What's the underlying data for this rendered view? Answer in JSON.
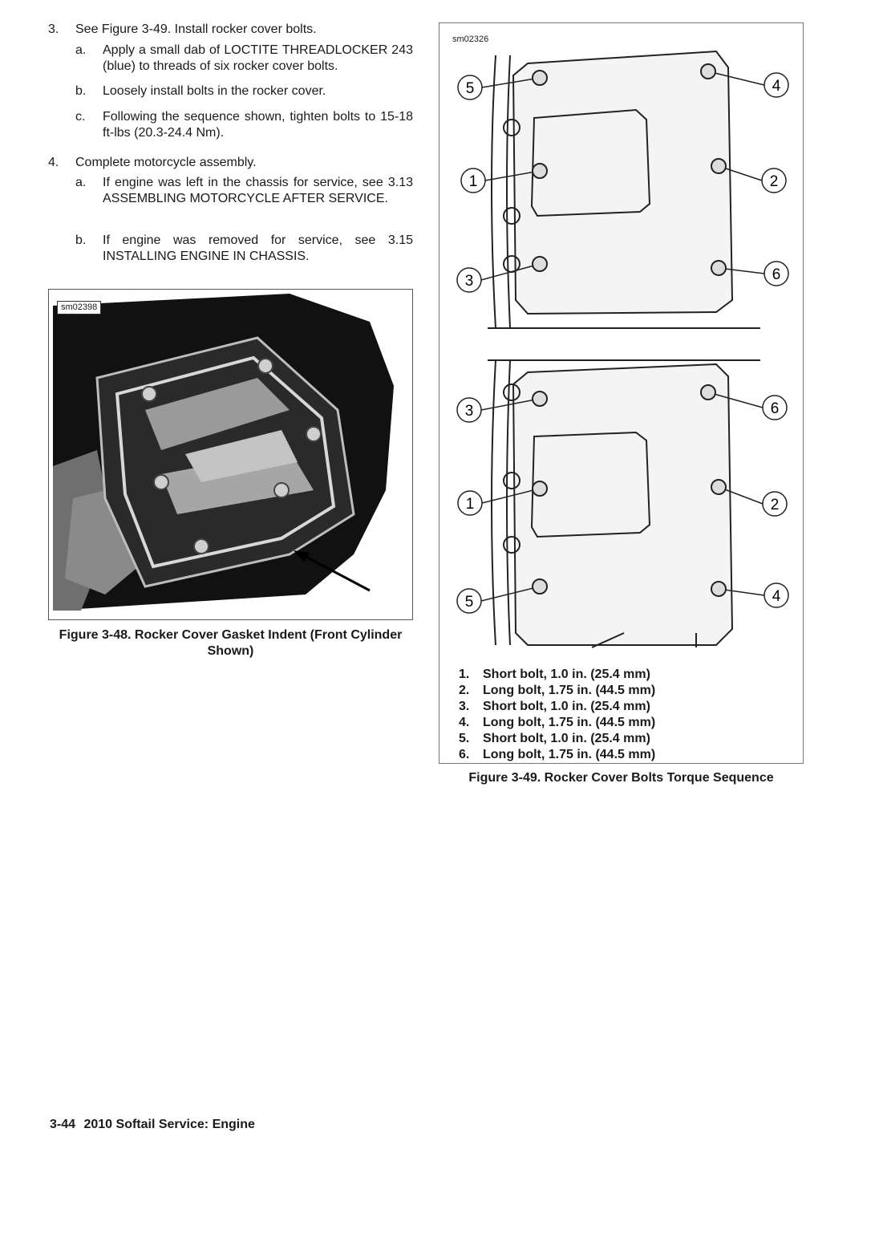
{
  "steps": [
    {
      "num": "3.",
      "text": "See Figure 3-49. Install rocker cover bolts.",
      "subs": [
        {
          "letter": "a.",
          "text": "Apply a small dab of LOCTITE THREADLOCKER 243 (blue) to threads of six rocker cover bolts."
        },
        {
          "letter": "b.",
          "text": "Loosely install bolts in the rocker cover."
        },
        {
          "letter": "c.",
          "text": "Following the sequence shown, tighten bolts to 15-18 ft-lbs (20.3-24.4 Nm)."
        }
      ]
    },
    {
      "num": "4.",
      "text": "Complete motorcycle assembly.",
      "subs": [
        {
          "letter": "a.",
          "text": "If engine was left in the chassis for service, see 3.13 ASSEMBLING MOTORCYCLE AFTER SERVICE."
        },
        {
          "letter": "b.",
          "text": "If engine was removed for service, see 3.15 INSTALLING ENGINE IN CHASSIS."
        }
      ]
    }
  ],
  "figure48": {
    "id": "sm02398",
    "caption": "Figure 3-48. Rocker Cover Gasket Indent (Front Cylinder Shown)"
  },
  "figure49": {
    "id": "sm02326",
    "caption": "Figure 3-49. Rocker Cover Bolts Torque Sequence",
    "top_callouts": [
      "5",
      "4",
      "1",
      "2",
      "3",
      "6"
    ],
    "bottom_callouts": [
      "3",
      "6",
      "1",
      "2",
      "5",
      "4"
    ],
    "legend": [
      {
        "num": "1.",
        "text": "Short bolt, 1.0 in. (25.4 mm)"
      },
      {
        "num": "2.",
        "text": "Long bolt, 1.75 in. (44.5 mm)"
      },
      {
        "num": "3.",
        "text": "Short bolt, 1.0 in. (25.4 mm)"
      },
      {
        "num": "4.",
        "text": "Long bolt, 1.75 in. (44.5 mm)"
      },
      {
        "num": "5.",
        "text": "Short bolt, 1.0 in. (25.4 mm)"
      },
      {
        "num": "6.",
        "text": "Long bolt, 1.75 in. (44.5 mm)"
      }
    ]
  },
  "footer": {
    "page": "3-44",
    "title": "2010 Softail Service: Engine"
  }
}
